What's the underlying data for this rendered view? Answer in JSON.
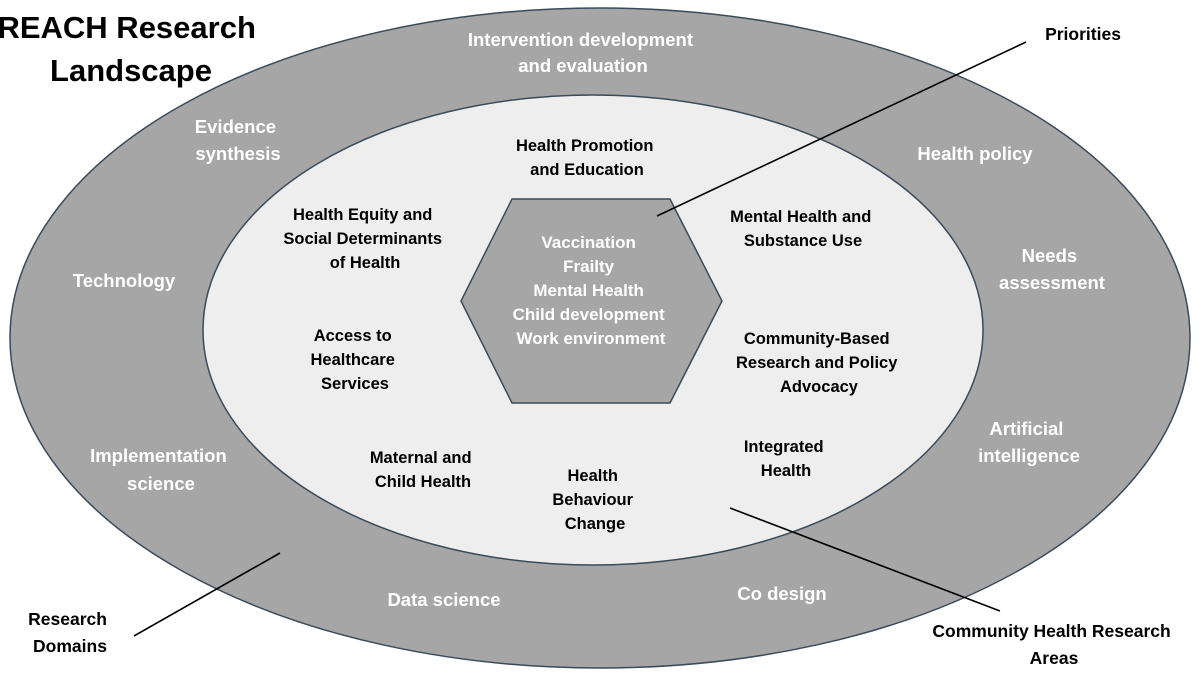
{
  "title": [
    "REACH Research",
    "Landscape"
  ],
  "callouts": {
    "priorities": "Priorities",
    "research_domains": [
      "Research",
      "Domains"
    ],
    "community_health_research_areas": [
      "Community Health  Research",
      "Areas"
    ]
  },
  "research_domains": [
    {
      "id": "intervention",
      "lines": [
        "Intervention development",
        "and evaluation"
      ]
    },
    {
      "id": "evidence",
      "lines": [
        "Evidence",
        "synthesis"
      ]
    },
    {
      "id": "health-policy",
      "lines": [
        "Health policy"
      ]
    },
    {
      "id": "technology",
      "lines": [
        "Technology"
      ]
    },
    {
      "id": "needs",
      "lines": [
        "Needs",
        "assessment"
      ]
    },
    {
      "id": "ai",
      "lines": [
        "Artificial",
        "intelligence"
      ]
    },
    {
      "id": "implementation",
      "lines": [
        "Implementation",
        "science"
      ]
    },
    {
      "id": "data-science",
      "lines": [
        "Data science"
      ]
    },
    {
      "id": "co-design",
      "lines": [
        "Co design"
      ]
    }
  ],
  "community_health_research_areas": [
    {
      "id": "health-promotion",
      "lines": [
        "Health Promotion",
        "and Education"
      ]
    },
    {
      "id": "health-equity",
      "lines": [
        "Health Equity and",
        "Social Determinants",
        "of Health"
      ]
    },
    {
      "id": "mental-health-substance",
      "lines": [
        "Mental Health and",
        "Substance Use"
      ]
    },
    {
      "id": "access-healthcare",
      "lines": [
        "Access to",
        "Healthcare",
        "Services"
      ]
    },
    {
      "id": "community-based",
      "lines": [
        "Community-Based",
        "Research and Policy",
        "Advocacy"
      ]
    },
    {
      "id": "integrated-health",
      "lines": [
        "Integrated",
        "Health"
      ]
    },
    {
      "id": "maternal-child",
      "lines": [
        "Maternal and",
        "Child Health"
      ]
    },
    {
      "id": "behaviour-change",
      "lines": [
        "Health",
        "Behaviour",
        "Change"
      ]
    }
  ],
  "priorities": [
    "Vaccination",
    "Frailty",
    "Mental Health",
    "Child development",
    "Work environment"
  ],
  "colors": {
    "outer_ring": "#a6a6a6",
    "inner_area": "#eeeeee",
    "hexagon": "#a6a6a6",
    "stroke": "#3b4a5a",
    "outer_text": "#ffffff",
    "inner_text": "#000000"
  }
}
